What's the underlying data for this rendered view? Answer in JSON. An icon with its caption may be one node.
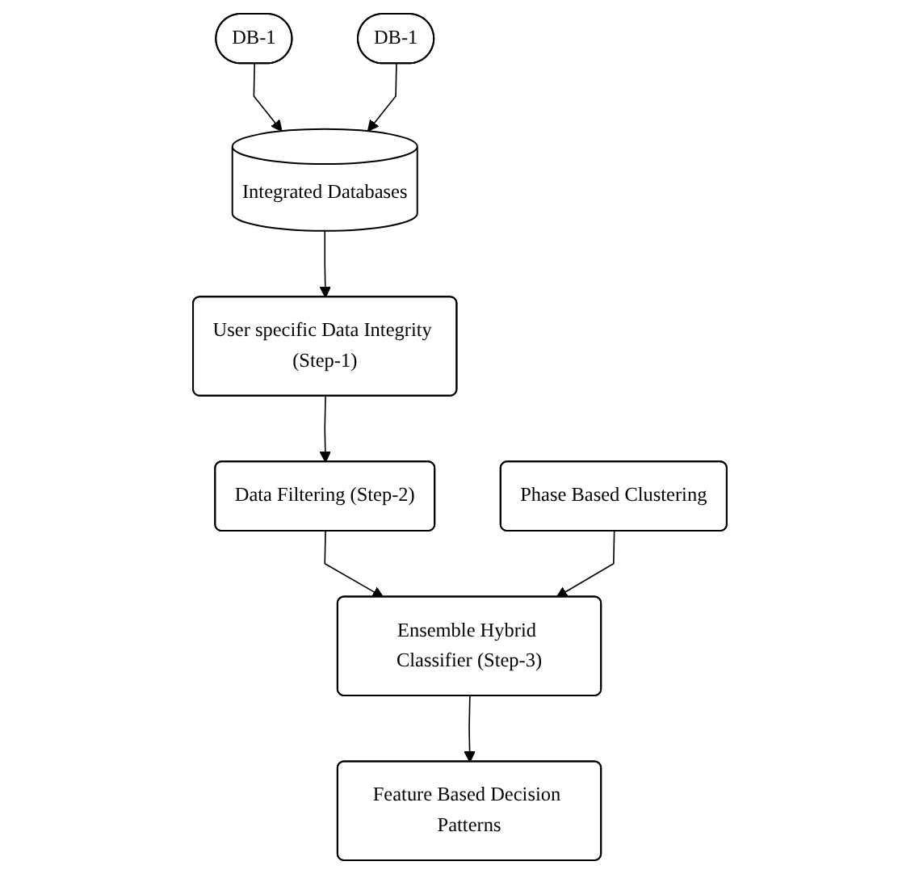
{
  "diagram": {
    "nodes": [
      {
        "text": [
          "Integrated Databases"
        ]
      },
      {
        "text": [
          "DB-1"
        ]
      },
      {
        "text": [
          "DB-1"
        ]
      },
      {
        "text": [
          "User specific Data Integrity (Step-1)"
        ]
      },
      {
        "text": [
          "Data Filtering (Step-2)"
        ]
      },
      {
        "text": [
          "Phase Based Clustering"
        ]
      },
      {
        "text": [
          "Ensemble Hybrid Classifier (Step-3)"
        ]
      },
      {
        "text": [
          "Feature Based Decision Patterns"
        ]
      }
    ],
    "edges": [
      {
        "from": 1,
        "to": 0,
        "arrow": "to"
      },
      {
        "from": 2,
        "to": 0,
        "arrow": "to"
      },
      {
        "from": 0,
        "to": 3,
        "arrow": "to"
      },
      {
        "from": 3,
        "to": 4,
        "arrow": "to"
      },
      {
        "from": 4,
        "to": 6,
        "arrow": "to"
      },
      {
        "from": 5,
        "to": 6,
        "arrow": "to"
      },
      {
        "from": 6,
        "to": 7,
        "arrow": "to"
      }
    ]
  }
}
